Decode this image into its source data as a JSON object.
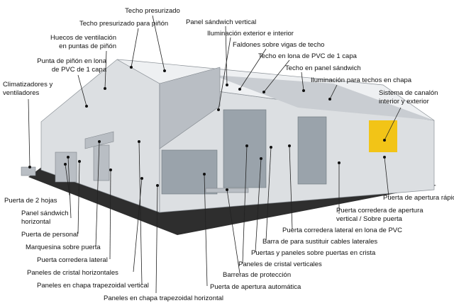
{
  "labels": {
    "techo_presurizado": "Techo presurizado",
    "techo_presurizado_pinon": "Techo presurizado para piñón",
    "huecos_ventilacion_1": "Huecos de ventilación",
    "huecos_ventilacion_2": "en puntas de piñón",
    "punta_pinon_1": "Punta de piñón en lona",
    "punta_pinon_2": "de PVC de 1 capa",
    "climatizadores_1": "Climatizadores y",
    "climatizadores_2": "ventiladores",
    "panel_sandwich_vertical": "Panel sándwich vertical",
    "iluminacion_exterior_interior": "Iluminación exterior e interior",
    "faldones_vigas": "Faldones sobre vigas de techo",
    "techo_lona_pvc": "Techo en lona de PVC de 1 capa",
    "techo_panel_sandwich": "Techo en panel sándwich",
    "iluminacion_techos_chapa": "Iluminación para techos en chapa",
    "sistema_canalon_1": "Sistema de canalón",
    "sistema_canalon_2": "interior y exterior",
    "puerta_2_hojas": "Puerta de 2 hojas",
    "panel_sandwich_horizontal_1": "Panel sándwich",
    "panel_sandwich_horizontal_2": "horizontal",
    "puerta_personal": "Puerta de personal",
    "marquesina": "Marquesina sobre puerta",
    "puerta_corredera_lateral": "Puerta corredera lateral",
    "paneles_cristal_horizontales": "Paneles de cristal horizontales",
    "paneles_chapa_vertical": "Paneles en chapa trapezoidal vertical",
    "paneles_chapa_horizontal": "Paneles en chapa trapezoidal horizontal",
    "puerta_apertura_automatica": "Puerta de apertura automática",
    "barreras_proteccion": "Barreras de protección",
    "paneles_cristal_verticales": "Paneles de cristal verticales",
    "puertas_paneles_cristal": "Puertas y paneles sobre puertas en crista",
    "barra_cables": "Barra de para sustituir cables laterales",
    "puerta_corredera_lona": "Puerta corredera lateral en lona de PVC",
    "puerta_corredera_vertical_1": "Puerta corredera de apertura",
    "puerta_corredera_vertical_2": "vertical / Sobre puerta",
    "puerta_apertura_rapida": "Puerta de apertura rápida"
  },
  "colors": {
    "ground": "#2e2e2e",
    "wall": "#dcdfe2",
    "wall_shade": "#b9bec4",
    "roof": "#eef0f2",
    "roof_shade": "#c9cdd2",
    "glass": "#9aa3ab",
    "rapid_door": "#f2c417",
    "leader": "#222222",
    "dot": "#111111"
  }
}
